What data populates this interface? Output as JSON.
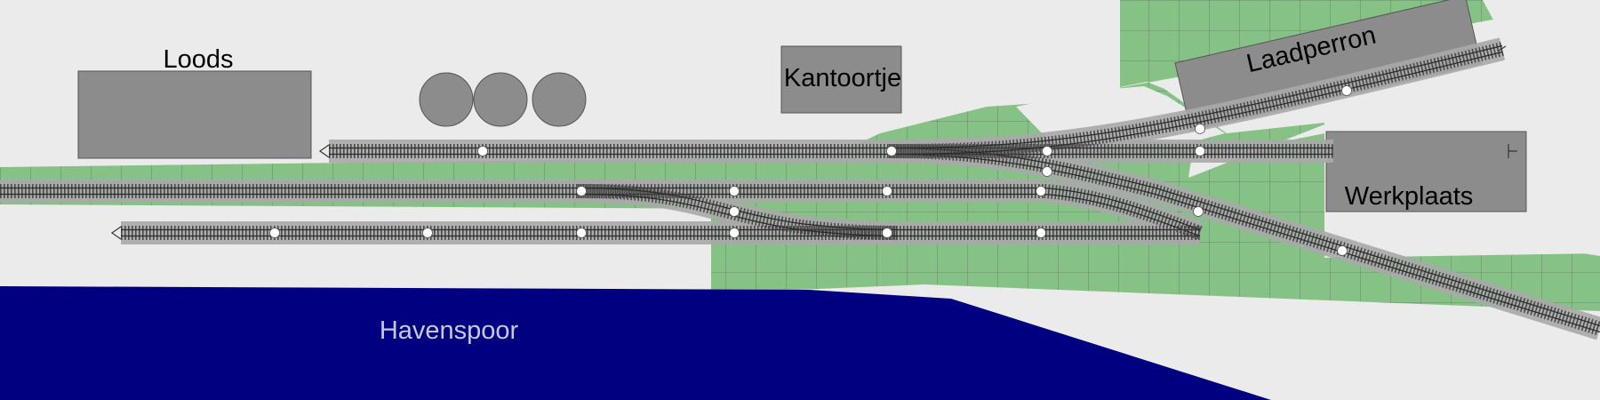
{
  "labels": {
    "loods": "Loods",
    "kantoortje": "Kantoortje",
    "laadperron": "Laadperron",
    "werkplaats": "Werkplaats",
    "havenspoor": "Havenspoor"
  },
  "colors": {
    "background": "#ebebeb",
    "grass": "#86c286",
    "grid_line": "#5a7a5a",
    "water": "#000080",
    "water_label": "#c8c8d8",
    "building": "#8c8c8c",
    "track_bed": "#a9a9a9",
    "rail": "#303030",
    "tie": "#4a4a4a",
    "switch_point": "#ffffff"
  },
  "icons": {
    "storage_tanks": "three-circle-tanks",
    "track_marker": "white-dot"
  }
}
